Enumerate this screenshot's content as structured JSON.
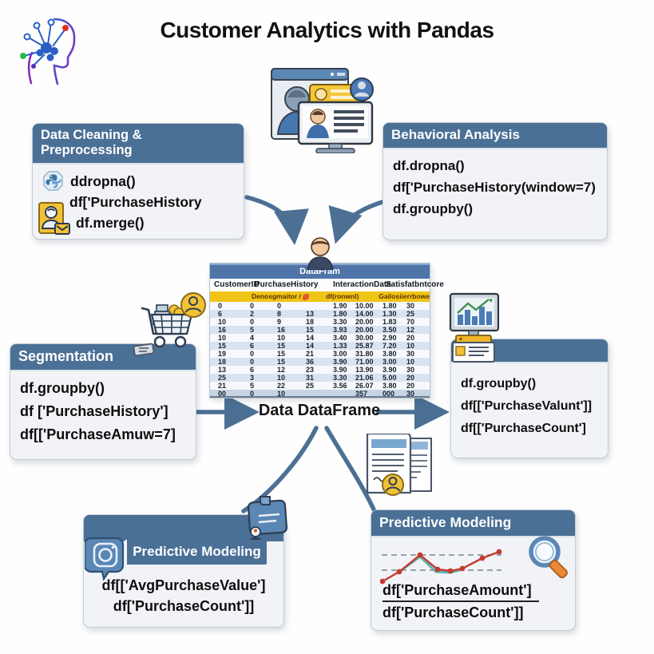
{
  "title": "Customer Analytics with Pandas",
  "center_label": "Data DataFrame",
  "panels": {
    "cleaning": {
      "header": "Data Cleaning & Preprocessing",
      "lines": [
        "ddropna()",
        "df['PurchaseHistory",
        "df.merge()"
      ]
    },
    "behavioral": {
      "header": "Behavioral Analysis",
      "lines": [
        "df.dropna()",
        "df['PurchaseHistory(window=7)",
        "df.groupby()"
      ]
    },
    "segmentation": {
      "header": "Segmentation",
      "lines": [
        "df.groupby()",
        "df ['PurchaseHistory']",
        "df[['PurchaseAmuw=7]"
      ]
    },
    "metrics": {
      "header": "",
      "lines": [
        "df.groupby()",
        "df[['PurchaseValunt']]",
        "df[['PurchaseCount']"
      ]
    },
    "predictive_left": {
      "header": "Predictive Modeling",
      "lines": [
        "df[['AvgPurchaseValue']",
        "df['PurchaseCount']]"
      ]
    },
    "predictive_right": {
      "header": "Predictive Modeling",
      "numerator": "df['PurchaseAmount']",
      "denominator": "df['PurchaseCount']]"
    }
  },
  "table": {
    "title": "DataFram",
    "columns": [
      "CustomerID",
      "PurchaseHistory",
      "InteractionData",
      "Satisfatbntcore"
    ],
    "subheader": [
      "Denosgmaitor /",
      "df(ronwnl)",
      "Gailosiierrbowe"
    ],
    "rows": [
      [
        "0",
        "0",
        "0",
        "",
        "1.90",
        "10.00",
        "1.80",
        "30"
      ],
      [
        "6",
        "2",
        "8",
        "13",
        "1.80",
        "14.00",
        "1.30",
        "25"
      ],
      [
        "10",
        "0",
        "9",
        "18",
        "3.30",
        "20.00",
        "1.83",
        "70"
      ],
      [
        "16",
        "5",
        "16",
        "15",
        "3.93",
        "20.00",
        "3.50",
        "12"
      ],
      [
        "10",
        "4",
        "10",
        "14",
        "3.40",
        "30.00",
        "2.90",
        "20"
      ],
      [
        "15",
        "6",
        "15",
        "14",
        "1.33",
        "25.87",
        "7.20",
        "10"
      ],
      [
        "19",
        "0",
        "15",
        "21",
        "3.00",
        "31.80",
        "3.80",
        "30"
      ],
      [
        "18",
        "0",
        "15",
        "36",
        "3.90",
        "71.00",
        "3.00",
        "10"
      ],
      [
        "13",
        "6",
        "12",
        "23",
        "3.90",
        "13.90",
        "3.90",
        "30"
      ],
      [
        "25",
        "3",
        "10",
        "31",
        "3.30",
        "21.06",
        "5.00",
        "20"
      ],
      [
        "21",
        "5",
        "22",
        "25",
        "3.56",
        "26.07",
        "3.80",
        "20"
      ],
      [
        "00",
        "0",
        "10",
        "",
        "",
        "357",
        "000",
        "30"
      ]
    ]
  },
  "chart_data": {
    "type": "line",
    "title": "",
    "series": [
      {
        "name": "trend-red",
        "points": [
          [
            3,
            46
          ],
          [
            24,
            34
          ],
          [
            50,
            13
          ],
          [
            72,
            31
          ],
          [
            88,
            33
          ],
          [
            103,
            30
          ],
          [
            128,
            17
          ],
          [
            149,
            9
          ]
        ]
      },
      {
        "name": "trend-teal",
        "points": [
          [
            24,
            34
          ],
          [
            50,
            15
          ],
          [
            70,
            34
          ],
          [
            88,
            35
          ],
          [
            103,
            31
          ]
        ]
      }
    ],
    "dashed_lines_y": [
      13,
      32
    ],
    "legend": "off",
    "grid": "dashed"
  },
  "colors": {
    "header_blue": "#4b7096",
    "table_header_blue": "#4e74a8",
    "panel_bg": "#f1f3f7",
    "yellow_row": "#f0c417",
    "row_alt": "#d9e4f0",
    "arrow": "#4c7094",
    "accent_red": "#c43a2e",
    "accent_teal": "#5ab4b0",
    "icon_yellow": "#f2c135",
    "icon_blue": "#4a7bb5"
  },
  "icons": {
    "logo": "brain-network-icon",
    "top_illustration": "customer-profiles-icon",
    "python": "python-icon",
    "contact": "person-envelope-icon",
    "cart": "shopping-cart-icon",
    "monitor": "monitor-chart-icon",
    "documents": "report-pages-icon",
    "clipboard": "clipboard-person-icon",
    "lens": "camera-lens-icon",
    "magnifier": "magnifier-icon",
    "avatar": "person-avatar-icon",
    "trend": "trend-chart-icon",
    "leaf": "leaf-icon"
  }
}
